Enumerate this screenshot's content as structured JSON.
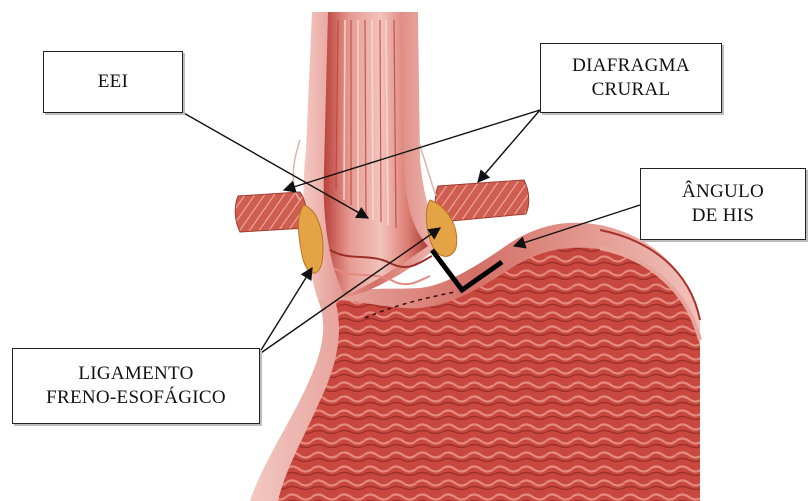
{
  "labels": {
    "eei": {
      "lines": [
        "EEI"
      ]
    },
    "diafragma": {
      "lines": [
        "DIAFRAGMA",
        "CRURAL"
      ]
    },
    "angulo": {
      "lines": [
        "ÂNGULO",
        "DE HIS"
      ]
    },
    "ligamento": {
      "lines": [
        "LIGAMENTO",
        "FRENO-ESOFÁGICO"
      ]
    }
  },
  "colors": {
    "tissue_light": "#e9a7a0",
    "tissue_mid": "#d4574d",
    "tissue_dark": "#a8322b",
    "mucosa": "#c9463f",
    "fat": "#e6a64a",
    "muscle_outer": "#c95a4b",
    "outline": "#111111",
    "his_marker": "#000000"
  }
}
